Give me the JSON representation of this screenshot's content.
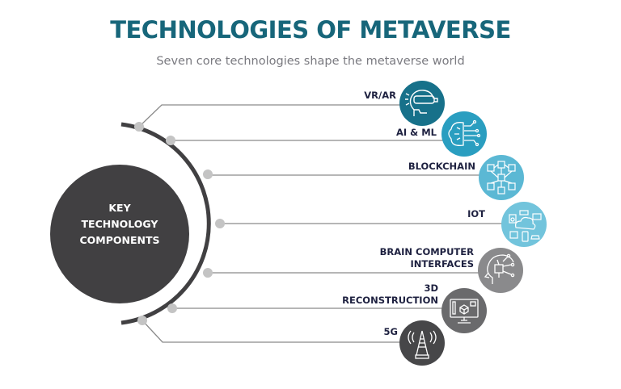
{
  "header": {
    "title": "TECHNOLOGIES OF METAVERSE",
    "subtitle": "Seven core technologies shape the metaverse world"
  },
  "hub": {
    "label_lines": [
      "KEY",
      "TECHNOLOGY",
      "COMPONENTS"
    ],
    "color": "#414042"
  },
  "colors": {
    "title": "#17667a",
    "arc": "#414042",
    "connector_dot": "#c4c4c4",
    "line": "#8a8a8a",
    "label_text": "#1e2140"
  },
  "technologies": [
    {
      "label_lines": [
        "VR/AR"
      ],
      "icon": "vr-headset-head-icon",
      "color": "#17718a"
    },
    {
      "label_lines": [
        "AI & ML"
      ],
      "icon": "ai-brain-circuit-icon",
      "color": "#2a9ec0"
    },
    {
      "label_lines": [
        "BLOCKCHAIN"
      ],
      "icon": "blockchain-cubes-icon",
      "color": "#5bb8d4"
    },
    {
      "label_lines": [
        "IOT"
      ],
      "icon": "iot-cloud-devices-icon",
      "color": "#72c4dc"
    },
    {
      "label_lines": [
        "BRAIN COMPUTER",
        "INTERFACES"
      ],
      "icon": "brain-chip-head-icon",
      "color": "#8a8a8c"
    },
    {
      "label_lines": [
        "3D",
        "RECONSTRUCTION"
      ],
      "icon": "monitor-3d-cube-icon",
      "color": "#6a6a6c"
    },
    {
      "label_lines": [
        "5G"
      ],
      "icon": "cell-tower-5g-icon",
      "color": "#474749"
    }
  ]
}
